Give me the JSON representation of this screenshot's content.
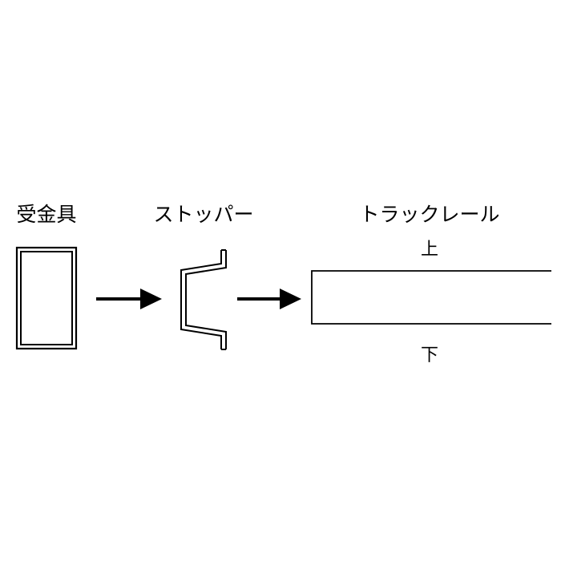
{
  "labels": {
    "receiver": "受金具",
    "stopper": "ストッパー",
    "track_rail": "トラックレール",
    "top": "上",
    "bottom": "下"
  },
  "colors": {
    "line": "#000000",
    "background": "#ffffff"
  }
}
